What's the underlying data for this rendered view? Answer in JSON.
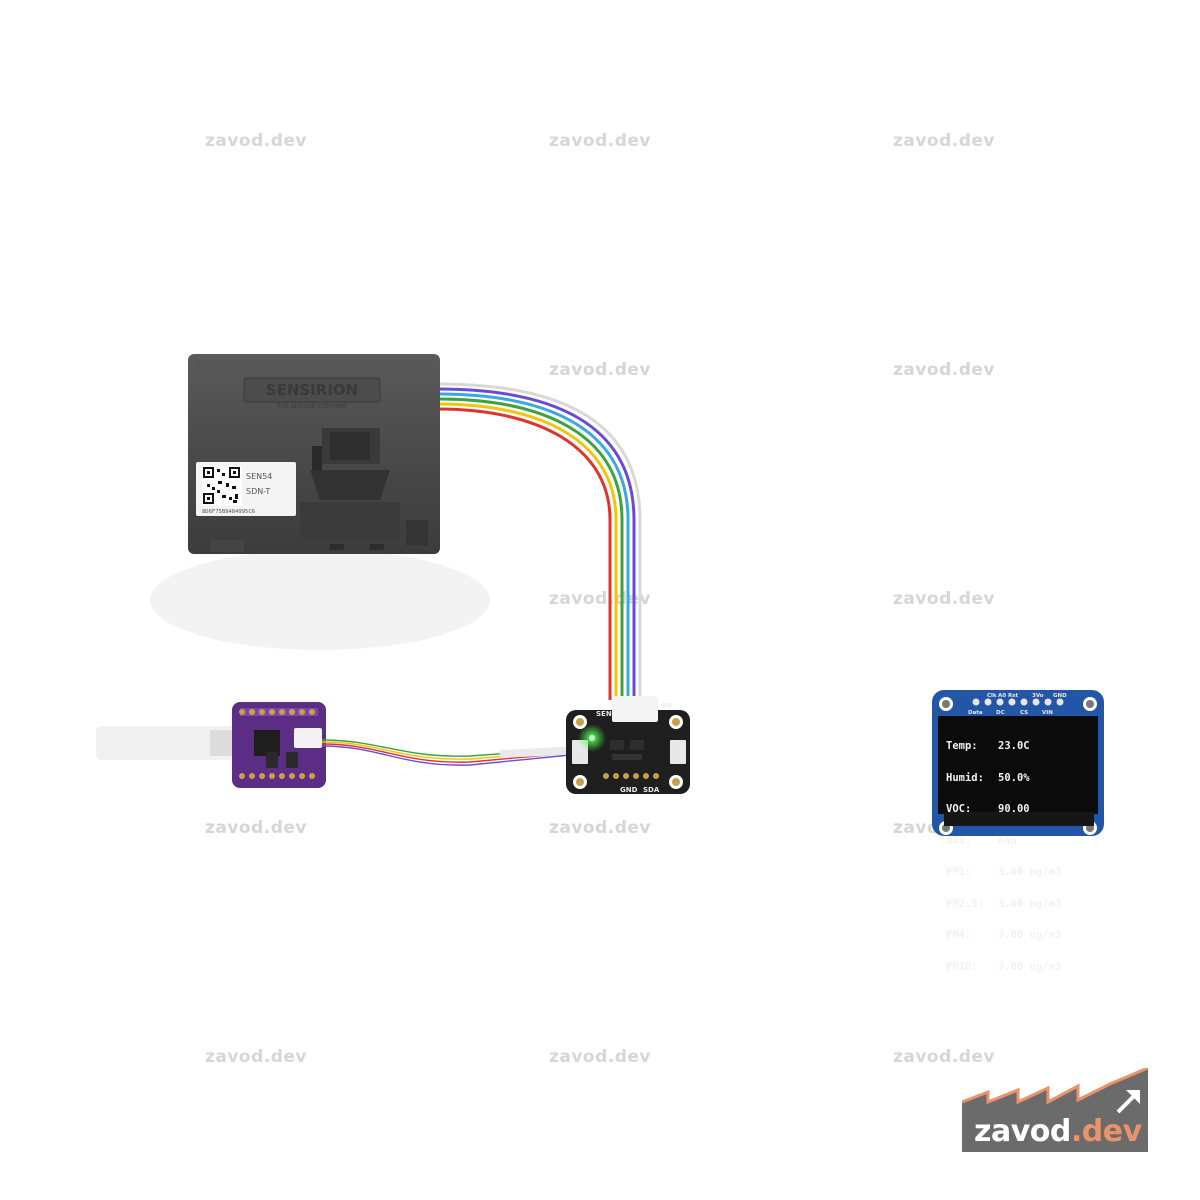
{
  "watermark": "zavod.dev",
  "sensor": {
    "brand": "SENSIRION",
    "tagline": "THE SENSOR COMPANY",
    "model": "SEN54",
    "variant": "SDN-T",
    "serial": "8D6F75B9484995C6"
  },
  "breakout": {
    "labels": [
      "GND",
      "SDA",
      "5V",
      "SEN"
    ]
  },
  "oled": {
    "header": [
      "Clk",
      "A0",
      "Rst",
      "3Vo",
      "GND"
    ],
    "footer": [
      "Data",
      "DC",
      "CS",
      "VIN"
    ],
    "rows": [
      {
        "label": "Temp:",
        "value": "23.0C"
      },
      {
        "label": "Humid:",
        "value": "50.0%"
      },
      {
        "label": "VOC:",
        "value": "90.00"
      },
      {
        "label": "NOx:",
        "value": "nan"
      },
      {
        "label": "PM1:",
        "value": "3.00 ug/m3"
      },
      {
        "label": "PM2.5:",
        "value": "3.00 ug/m3"
      },
      {
        "label": "PM4:",
        "value": "3.00 ug/m3"
      },
      {
        "label": "PM10:",
        "value": "3.00 ug/m3"
      }
    ]
  },
  "logo": {
    "part1": "zavod",
    "part2": ".dev"
  },
  "colors": {
    "logo_bg": "#6b6b6b",
    "logo_accent": "#e8936b",
    "oled_pcb": "#2456a8",
    "qtpy_pcb": "#5b2d84"
  }
}
